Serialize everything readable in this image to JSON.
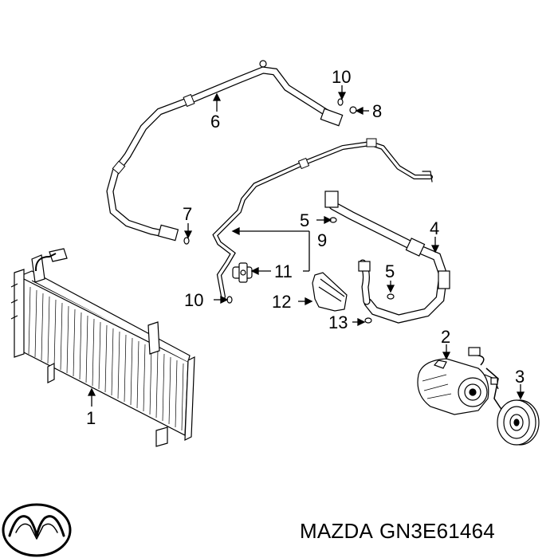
{
  "callouts": {
    "c1": "1",
    "c2": "2",
    "c3": "3",
    "c4": "4",
    "c5a": "5",
    "c5b": "5",
    "c6": "6",
    "c7": "7",
    "c8": "8",
    "c9": "9",
    "c10a": "10",
    "c10b": "10",
    "c11": "11",
    "c12": "12",
    "c13": "13"
  },
  "brand": {
    "name": "MAZDA",
    "part_number": "GN3E61464"
  },
  "logo": {
    "name": "mazda-logo"
  }
}
